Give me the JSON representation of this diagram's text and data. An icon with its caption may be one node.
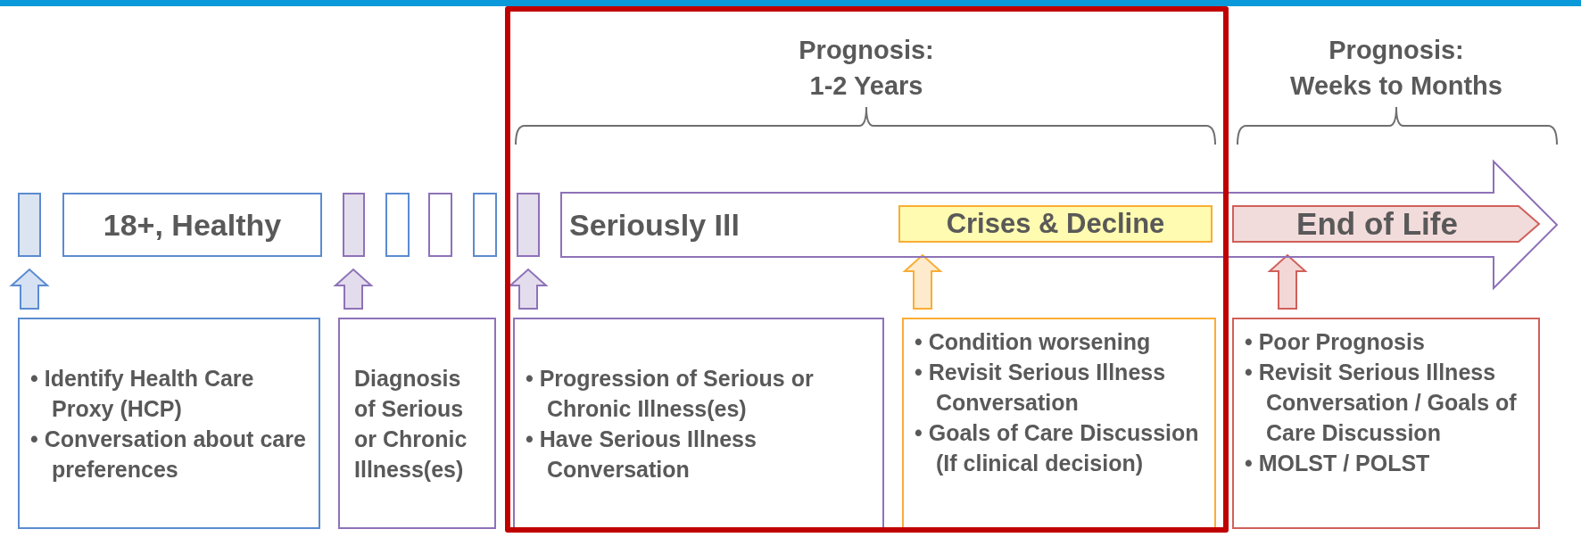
{
  "diagram": {
    "nodes": [
      {
        "text": [],
        "shape": "box"
      },
      {
        "text": [
          "18+, Healthy"
        ]
      },
      {
        "text": [],
        "shape": "box"
      },
      {
        "text": [],
        "shape": "box"
      },
      {
        "text": [],
        "shape": "box"
      },
      {
        "text": [],
        "shape": "box"
      },
      {
        "text": [],
        "shape": "box"
      },
      {
        "text": [
          "Seriously Ill"
        ]
      },
      {
        "text": [
          "Crises & Decline"
        ],
        "in": 7
      },
      {
        "text": [
          "End of Life"
        ],
        "in": 7
      },
      {
        "text": [
          "• Identify Health Care Proxy (HCP)",
          "• Conversation about care preferences"
        ]
      },
      {
        "text": [
          "Diagnosis of Serious or Chronic Illness(es)"
        ]
      },
      {
        "text": [
          "• Progression of Serious or Chronic Illness(es)",
          "• Have Serious Illness Conversation"
        ]
      },
      {
        "text": [
          "• Condition worsening",
          "• Revisit Serious Illness Conversation",
          "• Goals of Care Discussion (If clinical decision)"
        ]
      },
      {
        "text": [
          "• Poor Prognosis",
          "• Revisit Serious Illness Conversation / Goals of Care Discussion",
          "• MOLST / POLST"
        ]
      }
    ],
    "edges": [
      {
        "from": 10,
        "to": 0,
        "arrow": "to",
        "color": "#5b8bd0"
      },
      {
        "from": 11,
        "to": 2,
        "arrow": "to"
      },
      {
        "from": 12,
        "to": 6,
        "arrow": "to"
      },
      {
        "from": 13,
        "to": 8,
        "arrow": "to",
        "color": "#f9ad35"
      },
      {
        "from": 14,
        "to": 9,
        "arrow": "to",
        "color": "#d0605a"
      }
    ],
    "labels": [
      "Prognosis: 1-2 Years",
      "Prognosis: Weeks to Months"
    ]
  }
}
